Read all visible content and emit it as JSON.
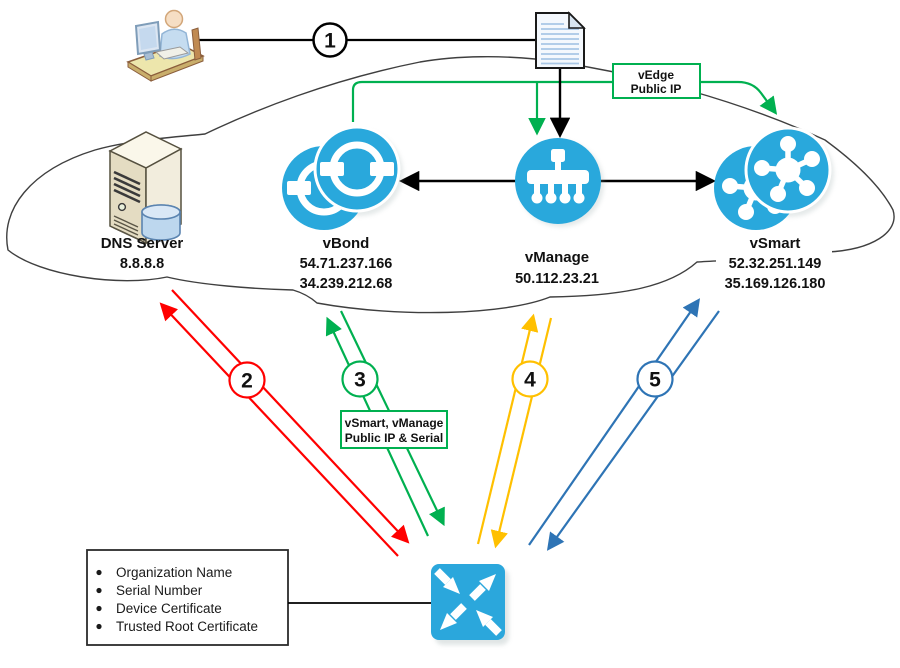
{
  "colors": {
    "node_blue": "#29A8DC",
    "green": "#00B050",
    "red": "#FF0000",
    "yellow": "#FFC000",
    "arrow_blue": "#2E74B5",
    "black": "#000000",
    "cloud_stroke": "#3F3F3F"
  },
  "icons": {
    "admin": "person-at-computer-icon",
    "config_document": "document-icon",
    "dns": "server-tower-icon",
    "vbond": "vbond-orchestrator-icon",
    "vmanage": "vmanage-nms-icon",
    "vsmart": "vsmart-controller-icon",
    "vedge": "vedge-router-icon"
  },
  "steps": [
    "1",
    "2",
    "3",
    "4",
    "5"
  ],
  "nodes": {
    "dns": {
      "label": "DNS Server",
      "ip1": "8.8.8.8"
    },
    "vbond": {
      "label": "vBond",
      "ip1": "54.71.237.166",
      "ip2": "34.239.212.68"
    },
    "vmanage": {
      "label": "vManage",
      "ip1": "50.112.23.21"
    },
    "vsmart": {
      "label": "vSmart",
      "ip1": "52.32.251.149",
      "ip2": "35.169.126.180"
    }
  },
  "callouts": {
    "vedge_public_ip": {
      "line1": "vEdge",
      "line2": "Public IP"
    },
    "serial_exchange": {
      "line1": "vSmart, vManage",
      "line2": "Public IP & Serial"
    }
  },
  "bullet_box": {
    "items": [
      "Organization Name",
      "Serial Number",
      "Device Certificate",
      "Trusted Root Certificate"
    ]
  }
}
